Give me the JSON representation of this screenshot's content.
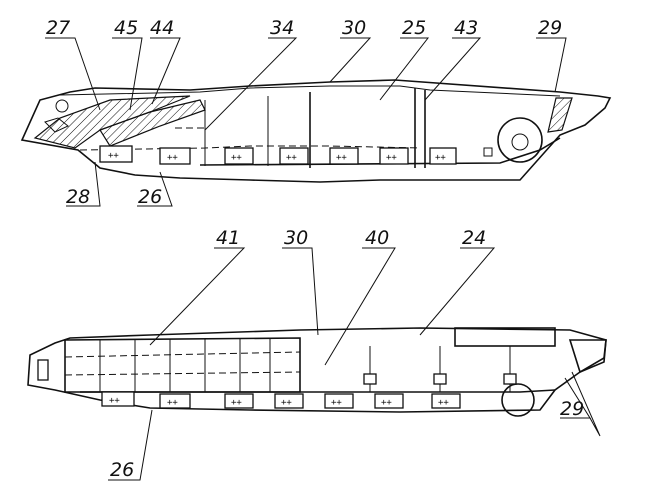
{
  "figure": {
    "top_view_callouts": [
      "27",
      "45",
      "44",
      "34",
      "30",
      "25",
      "43",
      "29",
      "28",
      "26"
    ],
    "bottom_view_callouts": [
      "41",
      "30",
      "40",
      "24",
      "26",
      "29"
    ]
  },
  "colors": {
    "ink": "#111111",
    "paper": "#ffffff"
  }
}
